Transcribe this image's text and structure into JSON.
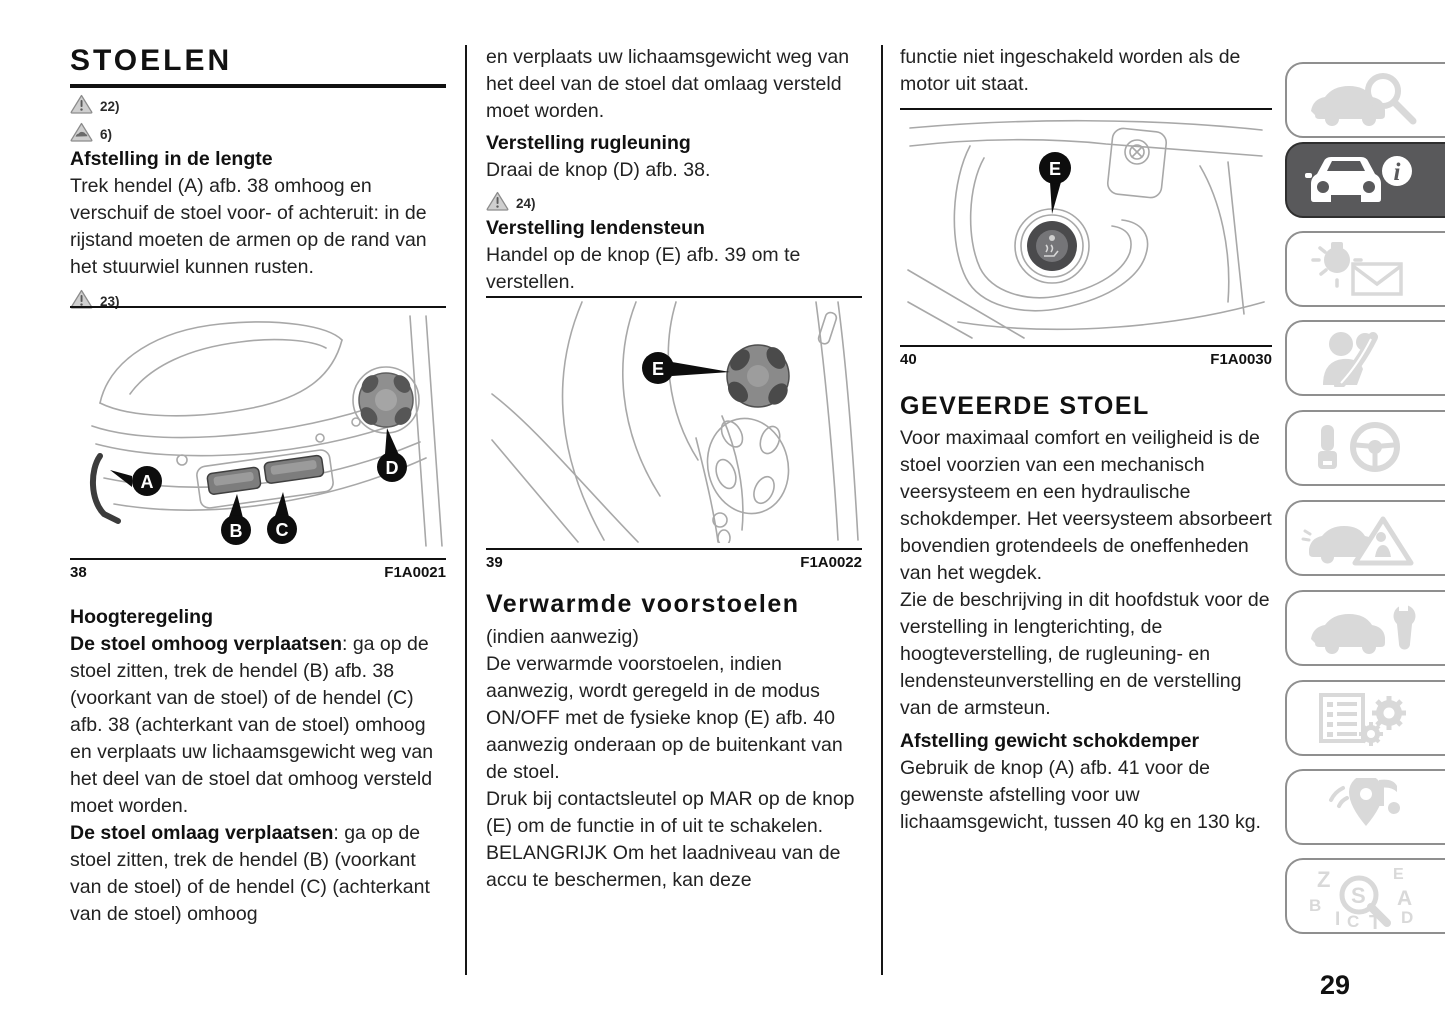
{
  "page": {
    "number": "29"
  },
  "colors": {
    "active_tab": "#59595b",
    "icon_gray": "#d9d9d9",
    "text": "#1e1e1e"
  },
  "left": {
    "title": "STOELEN",
    "warnings": [
      {
        "icon": "warning-triangle-icon",
        "label": "22)"
      },
      {
        "icon": "car-damage-triangle-icon",
        "label": "6)"
      }
    ],
    "intro": {
      "heading": "Afstelling in de lengte",
      "body": "Trek hendel (A) afb. 38 omhoog en verschuif de stoel voor- of achteruit: in de rijstand moeten de armen op de rand van het stuurwiel kunnen rusten.",
      "warning_label": "23)"
    },
    "figure38": {
      "number": "38",
      "code": "F1A0021",
      "labels": [
        "A",
        "B",
        "C",
        "D"
      ]
    },
    "hoogteregeling": {
      "heading": "Hoogteregeling",
      "up_bold": "De stoel omhoog verplaatsen",
      "up_rest": ": ga op de stoel zitten, trek de hendel (B) afb. 38 (voorkant van de stoel) of de hendel (C) afb. 38 (achterkant van de stoel) omhoog en verplaats uw lichaamsgewicht weg van het deel van de stoel dat omhoog versteld moet worden.",
      "down_bold": "De stoel omlaag verplaatsen",
      "down_rest": ": ga op de stoel zitten, trek de hendel (B) (voorkant van de stoel) of de hendel (C) (achterkant van de stoel) omhoog"
    }
  },
  "middle": {
    "continuation": "en verplaats uw lichaamsgewicht weg van het deel van de stoel dat omlaag versteld moet worden.",
    "rugleuning": {
      "heading": "Verstelling rugleuning",
      "body": "Draai de knop (D) afb. 38.",
      "warning_label": "24)"
    },
    "lendensteun": {
      "heading": "Verstelling lendensteun",
      "body": "Handel op de knop (E) afb. 39 om te verstellen."
    },
    "figure39": {
      "number": "39",
      "code": "F1A0022",
      "labels": [
        "E"
      ]
    },
    "verwarmde": {
      "heading": "Verwarmde voorstoelen",
      "subtitle": "(indien aanwezig)",
      "para1": "De verwarmde voorstoelen, indien aanwezig, wordt geregeld in de modus ON/OFF met de fysieke knop (E) afb. 40 aanwezig onderaan op de buitenkant van de stoel.",
      "para2": "Druk bij contactsleutel op MAR op de knop (E) om de functie in of uit te schakelen.",
      "para3": "BELANGRIJK Om het laadniveau van de accu te beschermen, kan deze"
    }
  },
  "right": {
    "continuation": "functie niet ingeschakeld worden als de motor uit staat.",
    "figure40": {
      "number": "40",
      "code": "F1A0030",
      "labels": [
        "E"
      ]
    },
    "geveerde": {
      "heading": "GEVEERDE STOEL",
      "para1": "Voor maximaal comfort en veiligheid is de stoel voorzien van een mechanisch veersysteem en een hydraulische schokdemper. Het veersysteem absorbeert bovendien grotendeels de oneffenheden van het wegdek.",
      "para2": "Zie de beschrijving in dit hoofdstuk voor de verstelling in lengterichting, de hoogteverstelling, de rugleuning- en lendensteunverstelling en de verstelling van de armsteun."
    },
    "afstelling": {
      "heading": "Afstelling gewicht schokdemper",
      "body": "Gebruik de knop (A) afb. 41 voor de gewenste afstelling voor uw lichaamsgewicht, tussen 40 kg en 130 kg."
    }
  },
  "sidebar": {
    "info_glyph": "i",
    "index_letters": [
      "Z",
      "E",
      "B",
      "A",
      "I",
      "C",
      "T",
      "D",
      "S"
    ],
    "tabs": [
      {
        "icon": "car-search-icon",
        "active": false
      },
      {
        "icon": "car-info-icon",
        "active": true
      },
      {
        "icon": "warning-lights-message-icon",
        "active": false
      },
      {
        "icon": "safety-seatbelt-icon",
        "active": false
      },
      {
        "icon": "key-steering-wheel-icon",
        "active": false
      },
      {
        "icon": "emergency-triangle-icon",
        "active": false
      },
      {
        "icon": "car-wrench-service-icon",
        "active": false
      },
      {
        "icon": "spec-list-gears-icon",
        "active": false
      },
      {
        "icon": "multimedia-icon",
        "active": false
      },
      {
        "icon": "alphabetical-index-icon",
        "active": false
      }
    ]
  }
}
